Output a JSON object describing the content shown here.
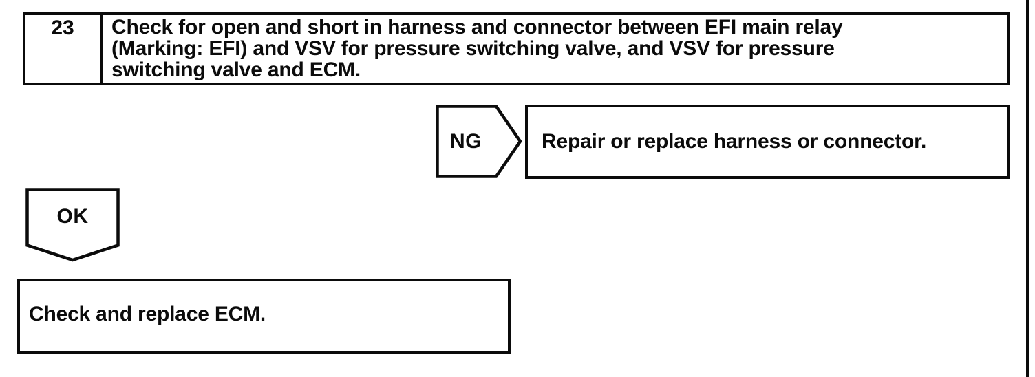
{
  "page": {
    "background": "#ffffff",
    "ink": "#0b0b0b"
  },
  "flowchart": {
    "step_number": "23",
    "step_instruction": "Check for open and short in harness and connector between EFI main relay (Marking: EFI) and VSV for pressure switching valve, and VSV for pressure switching valve and ECM.",
    "step_instruction_lines": [
      "Check for open and short in harness and connector between EFI main relay",
      "(Marking: EFI) and VSV for pressure switching valve, and VSV for pressure",
      "switching valve and ECM."
    ],
    "ng": {
      "label": "NG",
      "action": "Repair or replace harness or connector."
    },
    "ok": {
      "label": "OK",
      "action": "Check and replace ECM."
    }
  }
}
